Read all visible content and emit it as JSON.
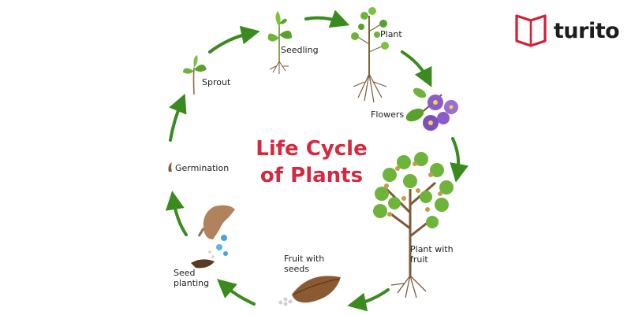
{
  "title": {
    "line1": "Life Cycle",
    "line2": "of Plants"
  },
  "brand": {
    "name": "turito"
  },
  "colors": {
    "title": "#d6293f",
    "arrow": "#3a8a1e",
    "brand_red": "#d11f35",
    "leaf": "#6fb43a",
    "flower": "#8a5cc9",
    "root": "#7a5a3a"
  },
  "stages": {
    "seedling": "Seedling",
    "plant": "Plant",
    "flowers": "Flowers",
    "plant_with_fruit": [
      "Plant with",
      "fruit"
    ],
    "fruit_with_seeds": [
      "Fruit with",
      "seeds"
    ],
    "seed_planting": [
      "Seed",
      "planting"
    ],
    "germination": "Germination",
    "sprout": "Sprout"
  }
}
